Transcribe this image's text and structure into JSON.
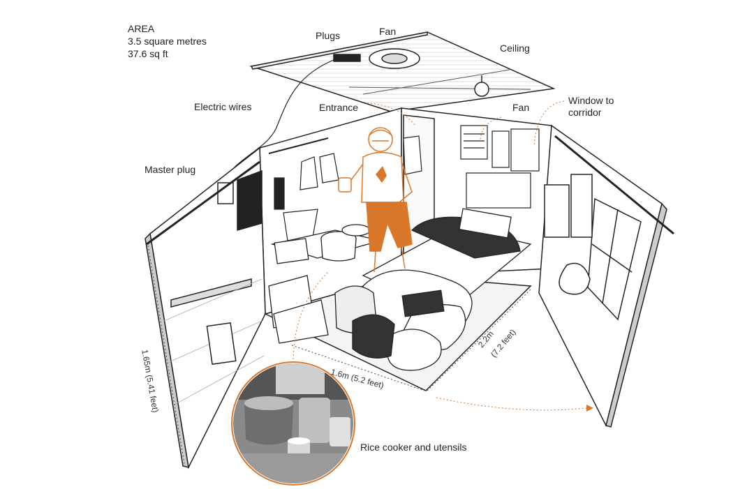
{
  "area": {
    "heading": "AREA",
    "metric": "3.5 square metres",
    "imperial": "37.6 sq ft"
  },
  "labels": {
    "plugs": "Plugs",
    "fan_ceiling": "Fan",
    "ceiling": "Ceiling",
    "electric_wires": "Electric wires",
    "entrance": "Entrance",
    "fan_wall": "Fan",
    "window_line1": "Window to",
    "window_line2": "corridor",
    "master_plug": "Master plug",
    "rice_cooker": "Rice cooker and utensils"
  },
  "dimensions": {
    "height": "1.65m (5.41 feet)",
    "width": "1.6m (5.2 feet)",
    "depth_line1": "2.2m",
    "depth_line2": "(7.2 feet)"
  },
  "colors": {
    "accent": "#d9772b",
    "ink": "#222222",
    "photo_bg": "#8a8a8a"
  }
}
